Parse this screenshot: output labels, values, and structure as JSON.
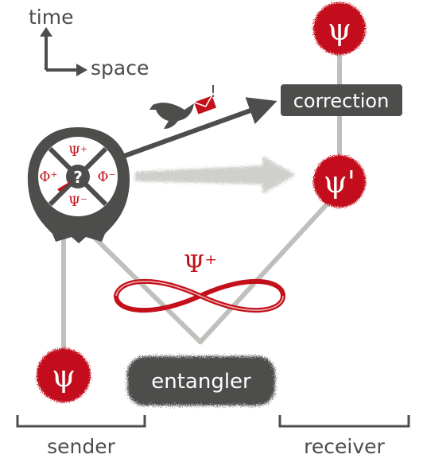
{
  "axes": {
    "time_label": "time",
    "space_label": "space"
  },
  "nodes": {
    "psi_top": "ψ",
    "correction": "correction",
    "psi_prime": "ψ'",
    "psi_sender": "ψ",
    "entangler": "entangler"
  },
  "measurement": {
    "top": "Ψ⁺",
    "left": "Φ⁺",
    "right": "Φ⁻",
    "bottom": "Ψ⁻",
    "center": "?"
  },
  "message_mark": "!",
  "entangled_state": "Ψ⁺",
  "parties": {
    "sender": "sender",
    "receiver": "receiver"
  },
  "colors": {
    "red": "#c4101a",
    "dark": "#4d4d4b",
    "light": "#bfbfbb",
    "white": "#ffffff"
  }
}
